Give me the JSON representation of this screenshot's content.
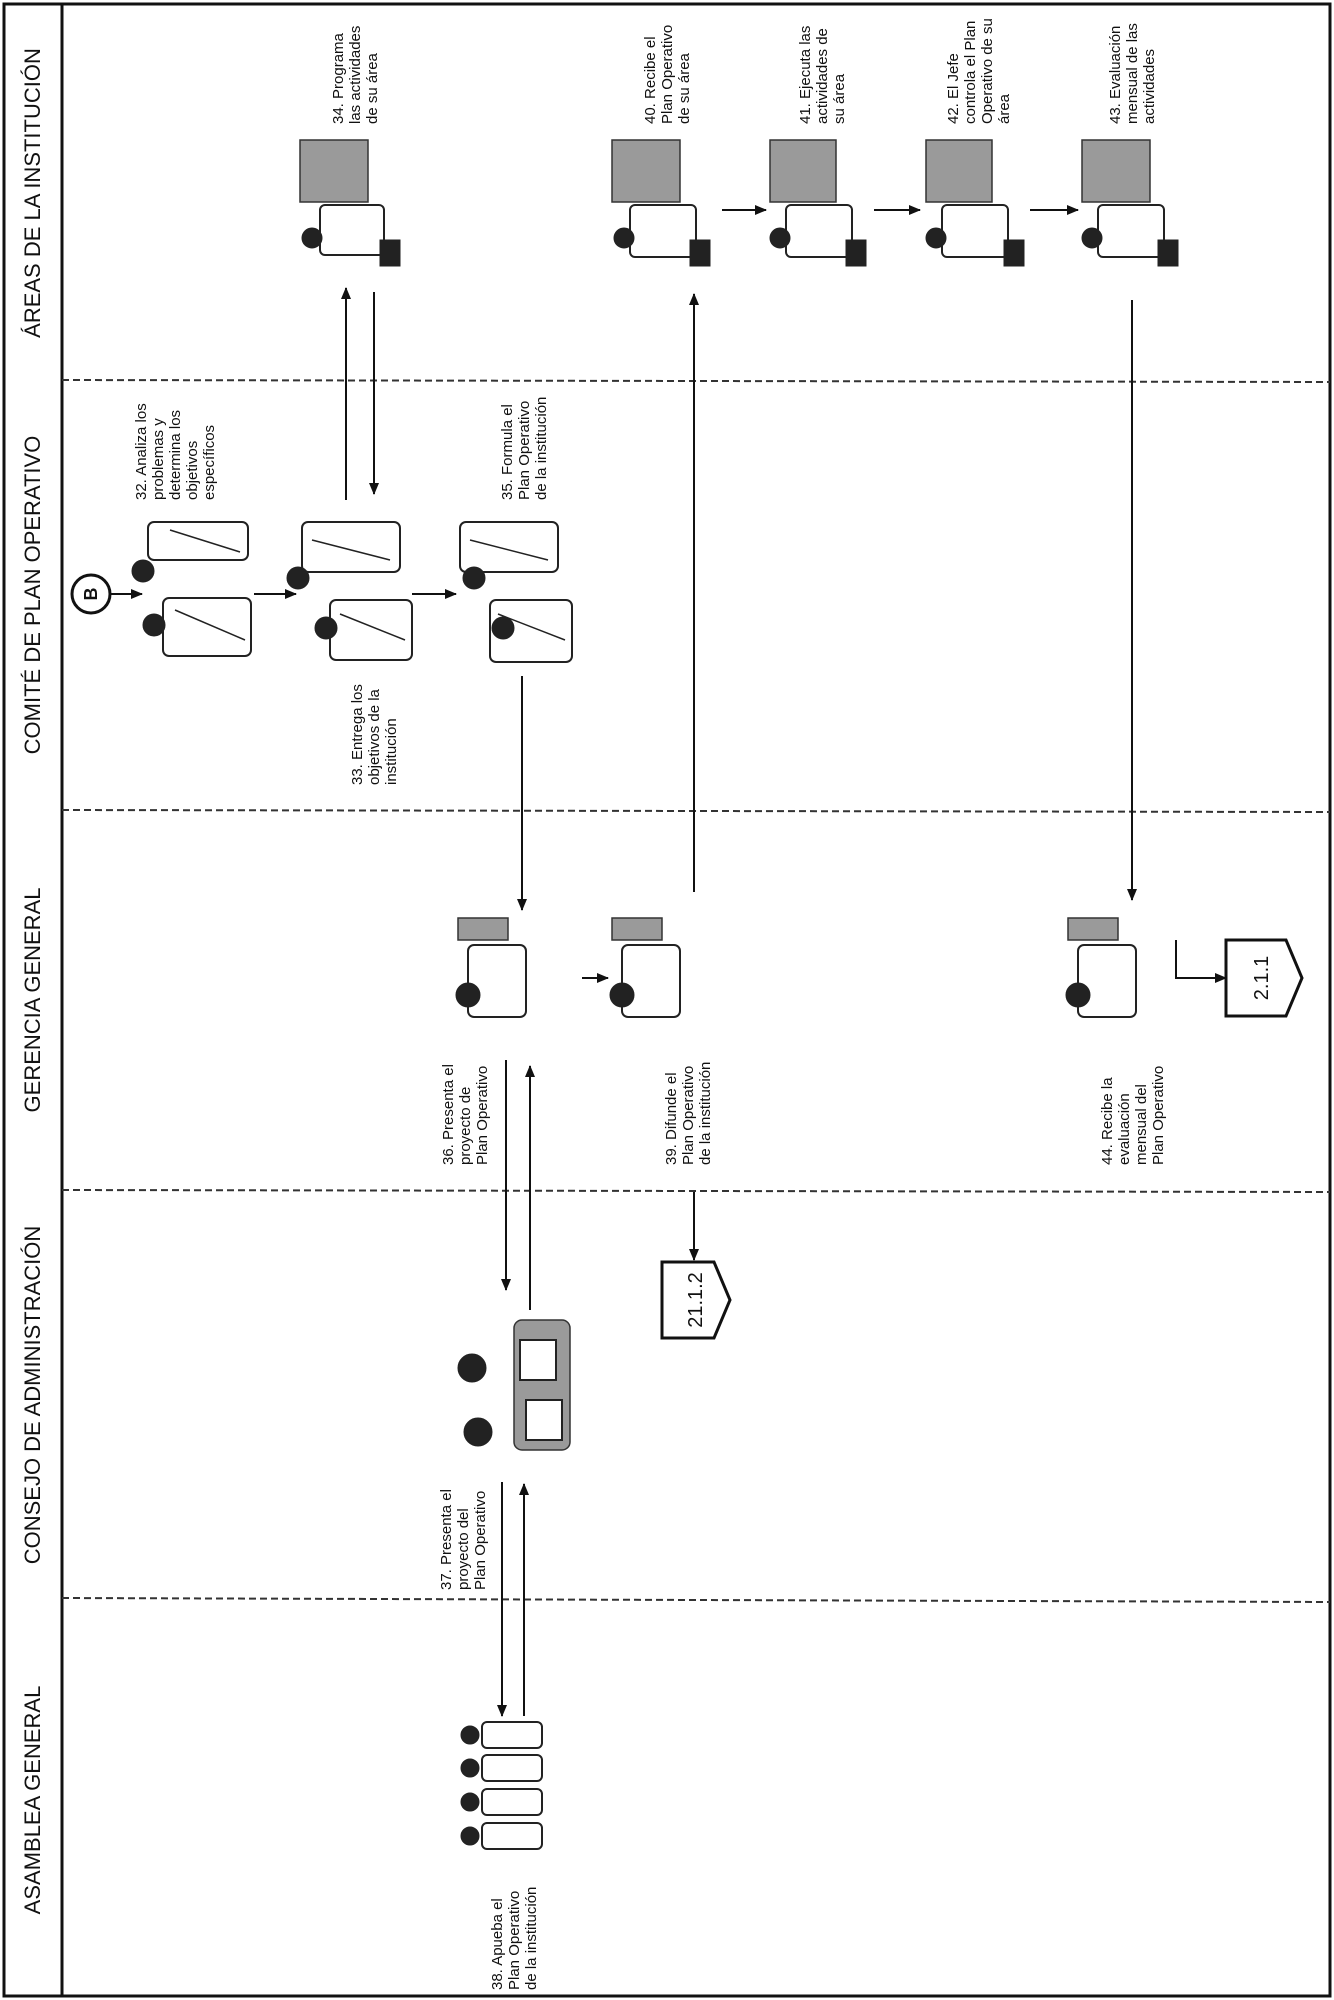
{
  "lanes": [
    "ÁREAS DE LA INSTITUCIÓN",
    "COMITÉ DE PLAN OPERATIVO",
    "GERENCIA GENERAL",
    "CONSEJO DE ADMINISTRACIÓN",
    "ASAMBLEA GENERAL"
  ],
  "start_connector": "B",
  "steps": {
    "s32": [
      "32. Analiza los",
      "problemas y",
      "determina los",
      "objetivos",
      "específicos"
    ],
    "s33": [
      "33. Entrega los",
      "objetivos de la",
      "institución"
    ],
    "s34": [
      "34. Programa",
      "las actividades",
      "de su área"
    ],
    "s35": [
      "35. Formula el",
      "Plan Operativo",
      "de la institución"
    ],
    "s36": [
      "36. Presenta el",
      "proyecto de",
      "Plan Operativo"
    ],
    "s37": [
      "37. Presenta el",
      "proyecto del",
      "Plan Operativo"
    ],
    "s38": [
      "38. Apueba el",
      "Plan Operativo",
      "de la institución"
    ],
    "s39": [
      "39. Difunde el",
      "Plan Operativo",
      "de la institución"
    ],
    "s40": [
      "40. Recibe el",
      "Plan Operativo",
      "de su área"
    ],
    "s41": [
      "41. Ejecuta las",
      "actividades de",
      "su área"
    ],
    "s42": [
      "42. El Jefe",
      "controla el Plan",
      "Operativo de su",
      "área"
    ],
    "s43": [
      "43. Evaluación",
      "mensual de las",
      "actividades"
    ],
    "s44": [
      "44. Recibe la",
      "evaluación",
      "mensual del",
      "Plan Operativo"
    ]
  },
  "off_page_connectors": [
    "2.1.1",
    "21.1.2"
  ]
}
